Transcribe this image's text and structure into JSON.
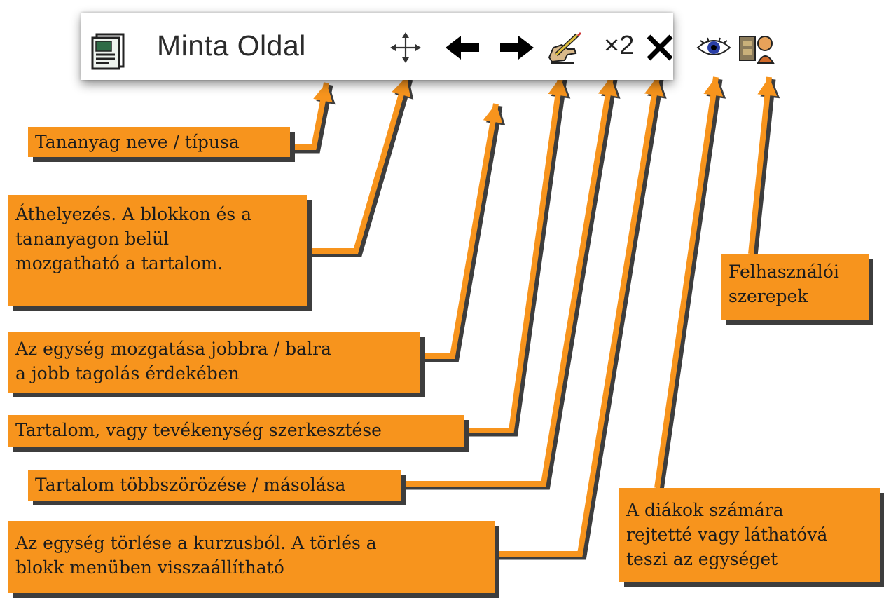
{
  "toolbar": {
    "title": "Minta Oldal",
    "copy_multiplier": "×2",
    "icons": [
      "document-icon",
      "move-icon",
      "arrow-left-icon",
      "arrow-right-icon",
      "edit-icon",
      "duplicate-icon",
      "delete-icon",
      "visibility-eye-icon",
      "user-roles-icon"
    ]
  },
  "callouts": {
    "name_type": "Tananyag neve / típusa",
    "move": "Áthelyezés. A blokkon és a\ntananyagon belül\nmozgatható a tartalom.",
    "indent": "Az egység mozgatása jobbra / balra\na jobb tagolás érdekében",
    "edit": "Tartalom, vagy tevékenység szerkesztése",
    "duplicate": "Tartalom többszörözése / másolása",
    "delete": "Az egység törlése a kurzusból. A törlés a\nblokk menüben visszaállítható",
    "visibility": "A diákok számára\nrejtetté vagy láthatóvá\n teszi az egységet",
    "roles": "Felhasználói\nszerepek"
  },
  "colors": {
    "callout_fill": "#f7941d",
    "callout_shadow": "#3d3d3d",
    "arrow": "#f7941d",
    "arrow_outline": "#3d3d3d"
  }
}
